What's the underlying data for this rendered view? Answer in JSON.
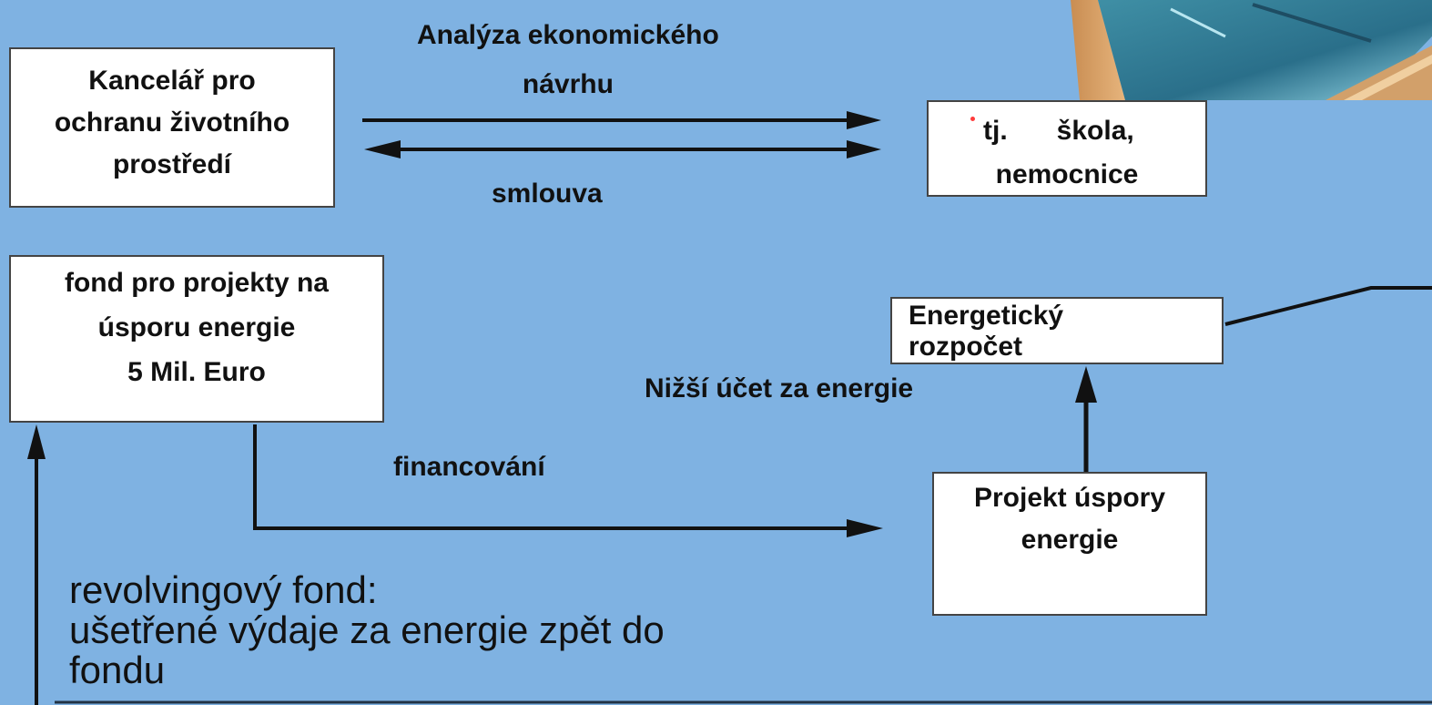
{
  "nodes": {
    "office": {
      "lines": [
        "Kancelář pro",
        "ochranu životního",
        "prostředí"
      ]
    },
    "school": {
      "line1_a": "tj.",
      "line1_b": "škola,",
      "line2": "nemocnice"
    },
    "fund": {
      "lines": [
        "fond pro projekty na",
        "úsporu energie",
        "5 Mil. Euro"
      ]
    },
    "budget": {
      "lines": [
        "Energetický",
        "rozpočet"
      ]
    },
    "project": {
      "lines": [
        "Projekt úspory",
        "energie"
      ]
    }
  },
  "edges": {
    "analysis_label": [
      "Analýza ekonomického",
      "návrhu"
    ],
    "contract_label": "smlouva",
    "financing_label": "financování",
    "lower_bill_label": "Nižší účet za energie"
  },
  "revolving": {
    "lines": [
      "revolvingový fond:",
      "ušetřené výdaje za energie zpět do",
      "fondu"
    ]
  },
  "colors": {
    "background": "#7fb2e2",
    "box_fill": "#ffffff",
    "arrow": "#111111"
  }
}
